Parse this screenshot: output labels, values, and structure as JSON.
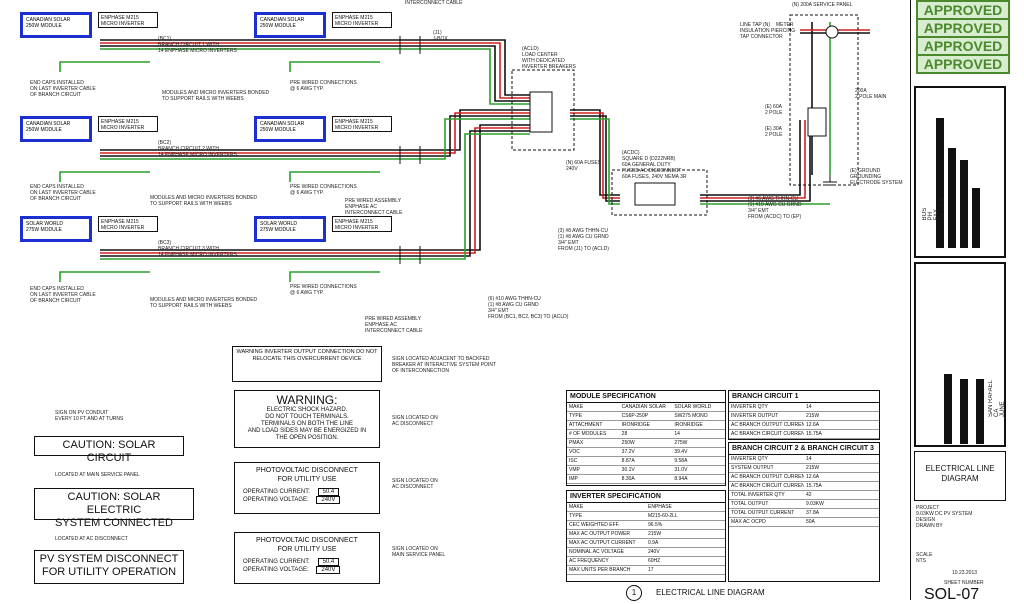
{
  "modules": [
    {
      "line1": "CANADIAN SOLAR",
      "line2": "250W MODULE"
    },
    {
      "line1": "CANADIAN SOLAR",
      "line2": "250W MODULE"
    },
    {
      "line1": "CANADIAN SOLAR",
      "line2": "250W MODULE"
    },
    {
      "line1": "CANADIAN SOLAR",
      "line2": "250W MODULE"
    },
    {
      "line1": "SOLAR WORLD",
      "line2": "275W MODULE"
    },
    {
      "line1": "SOLAR WORLD",
      "line2": "275W MODULE"
    }
  ],
  "inverter_label": "ENPHASE M215\nMICRO INVERTER",
  "branch_labels": [
    "(BC1)\nBRANCH CIRCUIT 1 WITH\n14 ENPHASE MICRO INVERTERS",
    "(BC2)\nBRANCH CIRCUIT 2 WITH\n14 ENPHASE MICRO INVERTERS",
    "(BC3)\nBRANCH CIRCUIT 3 WITH\n14 ENPHASE MICRO INVERTERS"
  ],
  "end_caps": "END CAPS INSTALLED\nON LAST INVERTER CABLE\nOF BRANCH CIRCUIT",
  "bonding_note": "MODULES AND MICRO INVERTERS BONDED\nTO SUPPORT RAILS WITH WEEBS",
  "prewired": "PRE WIRED CONNECTIONS\n@ 6 AWG TYP.",
  "interconnect": "PRE WIRED ASSEMBLY\nENPHASE AC\nINTERCONNECT CABLE",
  "top_interconnect": "INTERCONNECT CABLE",
  "j1": "(J1)\nJ-BOX",
  "acld": "(ACLD)\nLOAD CENTER\nWITH DEDICATED\nINVERTER BREAKERS",
  "acdc": "(ACDC)\nSQUARE D (D222NRB)\n60A GENERAL DUTY\nFUSED AC DISCONNECT\n60A FUSES, 240V NEMA 3R",
  "service_panel": "(N) 200A SERVICE PANEL",
  "tap": "LINE TAP (N)\nINSULATION PIERCING\nTAP CONNECTOR",
  "meter": "METER",
  "main": "200A\n2 POLE MAIN",
  "breaker1": "(E) 60A\n2 POLE",
  "breaker2": "(E) 30A\n2 POLE",
  "ground": "(E) GROUND\nGROUNDING\nELECTRODE SYSTEM",
  "fuse": "(N) 60A FUSES\n240V",
  "conduit_a": "(3) #6 AWG THHN-CU\n(1) #10 AWG CU GRND\n3/4\" EMT\nFROM (ACDC) TO (EP)",
  "conduit_b": "(3) #8 AWG THHN-CU\n(1) #8 AWG CU GRND\n3/4\" EMT\nFROM (J1) TO (ACLD)",
  "conduit_c": "(6) #10 AWG THHN-CU\n(1) #8 AWG CU GRND\n3/4\" EMT\nFROM (BC1, BC2, BC3) TO (ACLD)",
  "warn_inv": "WARNING\nINVERTER OUTPUT CONNECTION\nDO NOT RELOCATE THIS\nOVERCURRENT DEVICE",
  "warn_inv_note": "SIGN LOCATED ADJACENT TO BACKFED\nBREAKER AT INTERACTIVE SYSTEM POINT\nOF INTERCONNECTION",
  "warning_title": "WARNING:",
  "warning_body": "ELECTRIC SHOCK HAZARD.\nDO NOT TOUCH TERMINALS.\nTERMINALS ON BOTH THE LINE\nAND LOAD SIDES MAY BE ENERGIZED IN\nTHE OPEN POSITION.",
  "warning_note": "SIGN LOCATED ON\nAC DISCONNECT",
  "caution1": "CAUTION: SOLAR CIRCUIT",
  "caution1_note": "SIGN ON PV CONDUIT\nEVERY 10 FT AND AT TURNS",
  "caution2": "CAUTION: SOLAR ELECTRIC\nSYSTEM CONNECTED",
  "caution2_note": "LOCATED AT MAIN SERVICE PANEL",
  "pvdisc": "PV SYSTEM DISCONNECT\nFOR UTILITY OPERATION",
  "pvdisc_note": "LOCATED AT AC DISCONNECT",
  "photovoltaic": "PHOTOVOLTAIC DISCONNECT\nFOR UTILITY USE",
  "op_current": "OPERATING CURRENT:",
  "op_voltage": "OPERATING VOLTAGE:",
  "op_current_val": "50.4",
  "op_voltage_val": "240V",
  "placard_note1": "SIGN LOCATED ON\nAC DISCONNECT",
  "placard_note2": "SIGN LOCATED ON\nMAIN SERVICE PANEL",
  "module_spec": {
    "title": "MODULE SPECIFICATION",
    "rows": [
      [
        "MAKE",
        "CANADIAN SOLAR",
        "SOLAR WORLD"
      ],
      [
        "TYPE",
        "CS6P-250P",
        "SW275 MONO"
      ],
      [
        "ATTACHMENT",
        "IRONRIDGE",
        "IRONRIDGE"
      ],
      [
        "# OF MODULES",
        "28",
        "14"
      ],
      [
        "PMAX",
        "250W",
        "275W"
      ],
      [
        "VOC",
        "37.2V",
        "39.4V"
      ],
      [
        "ISC",
        "8.87A",
        "9.58A"
      ],
      [
        "VMP",
        "30.1V",
        "31.0V"
      ],
      [
        "IMP",
        "8.30A",
        "8.94A"
      ]
    ]
  },
  "inverter_spec": {
    "title": "INVERTER SPECIFICATION",
    "rows": [
      [
        "MAKE",
        "ENPHASE"
      ],
      [
        "TYPE",
        "M215-60-2LL"
      ],
      [
        "CEC WEIGHTED EFF.",
        "96.5%"
      ],
      [
        "MAX AC OUTPUT POWER",
        "215W"
      ],
      [
        "MAX AC OUTPUT CURRENT",
        "0.9A"
      ],
      [
        "NOMINAL AC VOLTAGE",
        "240V"
      ],
      [
        "AC FREQUENCY",
        "60HZ"
      ],
      [
        "MAX UNITS PER BRANCH",
        "17"
      ]
    ]
  },
  "branch1": {
    "title": "BRANCH CIRCUIT 1",
    "rows": [
      [
        "INVERTER QTY",
        "14"
      ],
      [
        "INVERTER OUTPUT",
        "215W"
      ],
      [
        "AC BRANCH OUTPUT CURRENT",
        "12.6A"
      ],
      [
        "AC BRANCH CIRCUIT CURRENT",
        "15.75A"
      ]
    ]
  },
  "branch23": {
    "title": "BRANCH CIRCUIT 2 & BRANCH CIRCUIT 3",
    "rows": [
      [
        "INVERTER QTY",
        "14"
      ],
      [
        "SYSTEM OUTPUT",
        "215W"
      ],
      [
        "AC BRANCH OUTPUT CURRENT",
        "12.6A"
      ],
      [
        "AC BRANCH CIRCUIT CURRENT",
        "15.75A"
      ],
      [
        "TOTAL INVERTER QTY",
        "42"
      ],
      [
        "TOTAL OUTPUT",
        "9.03KW"
      ],
      [
        "TOTAL OUTPUT CURRENT",
        "37.8A"
      ],
      [
        "MAX AC OCPD",
        "50A"
      ]
    ]
  },
  "approved": [
    "APPROVED",
    "APPROVED",
    "APPROVED",
    "APPROVED"
  ],
  "titleblock": {
    "vertical1": "BOS\nPH\nFAX\nCA LIC#",
    "vertical2": "SAN RAFAEL\nCA\nJUNE",
    "sheet_title": "ELECTRICAL LINE\nDIAGRAM",
    "project": "PROJECT\n9.03KW DC PV SYSTEM\nDESIGN\nDRAWN BY",
    "date": "10.23.2013",
    "sheet_no": "SOL-07",
    "sheet_label": "SHEET NUMBER",
    "scale": "SCALE\nNTS"
  },
  "diagram_title": "ELECTRICAL LINE DIAGRAM",
  "diagram_number": "1",
  "colors": {
    "module_border": "#1c2fd0",
    "wire_red": "#d42020",
    "wire_green": "#2aa02a",
    "stamp_green": "#4a8a2c"
  }
}
